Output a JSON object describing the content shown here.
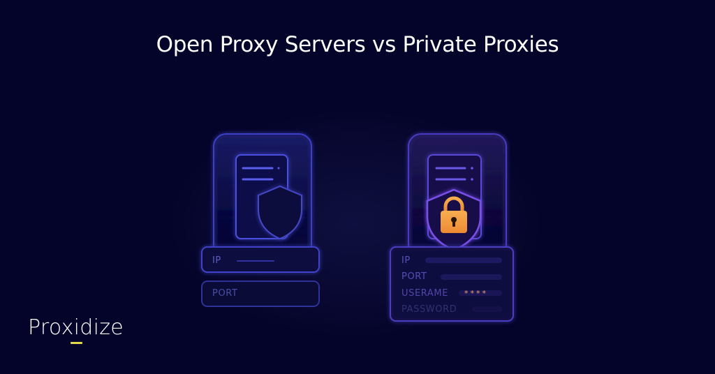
{
  "title": "Open Proxy Servers vs Private Proxies",
  "brand": {
    "name": "Proxidize",
    "accent_color": "#e5d84a"
  },
  "colors": {
    "background": "#04042a",
    "open_proxy_outline": "#4a4cd8",
    "private_proxy_outline": "#7a4ee0",
    "lock": "#f5a043",
    "password_dots": "#f0a070"
  },
  "illustrations": {
    "open_proxy": {
      "icons": [
        "server-icon",
        "shield-icon"
      ],
      "fields": [
        {
          "label": "IP"
        },
        {
          "label": "PORT"
        }
      ]
    },
    "private_proxy": {
      "icons": [
        "server-icon",
        "shield-icon",
        "padlock-icon"
      ],
      "fields": [
        {
          "label": "IP"
        },
        {
          "label": "PORT"
        },
        {
          "label": "USERAME",
          "value": "****"
        },
        {
          "label": "PASSWORD"
        }
      ]
    }
  }
}
